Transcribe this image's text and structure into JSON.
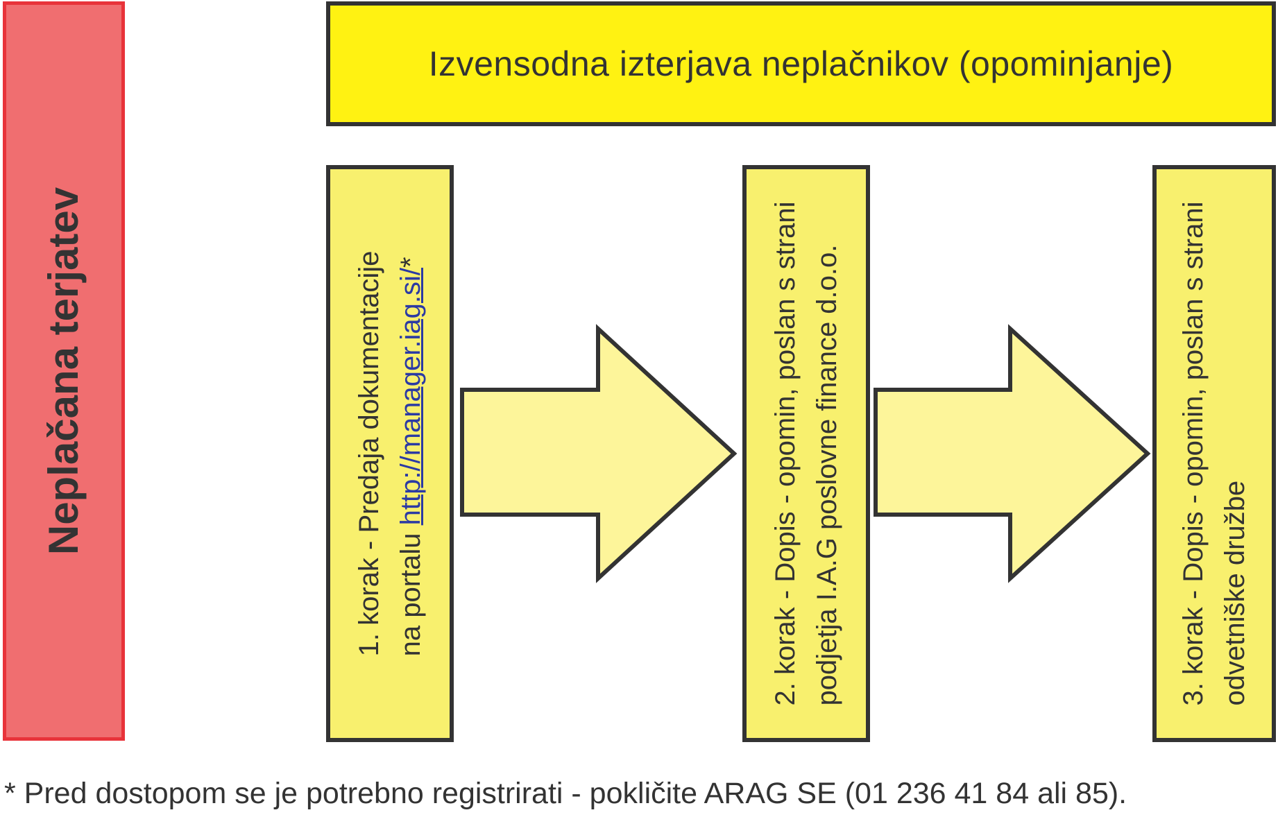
{
  "left_block": {
    "label": "Neplačana terjatev"
  },
  "header": {
    "title": "Izvensodna izterjava neplačnikov (opominjanje)"
  },
  "steps": [
    {
      "line1": "1. korak - Predaja dokumentacije",
      "line2_prefix": "na portalu ",
      "line2_link": "http://manager.iag.si/",
      "line2_suffix": "*"
    },
    {
      "line1": "2. korak - Dopis - opomin, poslan s strani",
      "line2": "podjetja I.A.G poslovne finance d.o.o."
    },
    {
      "line1": "3. korak - Dopis - opomin, poslan s strani",
      "line2": "odvetniške družbe"
    }
  ],
  "footnote": {
    "text": "* Pred dostopom se je potrebno registrirati - pokličite ARAG SE (01 236 41 84 ali 85)."
  },
  "colors": {
    "red_fill": "#f06e70",
    "red_border": "#e8333a",
    "header_fill": "#fff212",
    "step_fill": "#f8f06e",
    "arrow_fill": "#fdf59a",
    "border": "#333333",
    "link": "#2b3aa4"
  }
}
